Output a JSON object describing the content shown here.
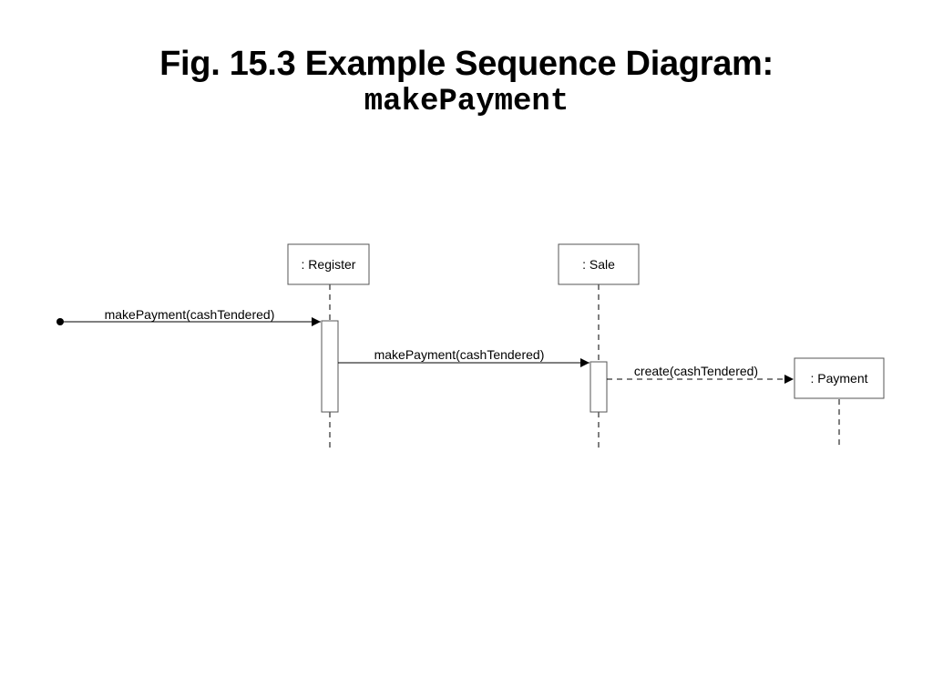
{
  "title": {
    "line1": "Fig. 15.3 Example Sequence Diagram:",
    "line2": "makePayment"
  },
  "participants": {
    "register": ": Register",
    "sale": ": Sale",
    "payment": ": Payment"
  },
  "messages": {
    "m1": "makePayment(cashTendered)",
    "m2": "makePayment(cashTendered)",
    "m3": "create(cashTendered)"
  }
}
